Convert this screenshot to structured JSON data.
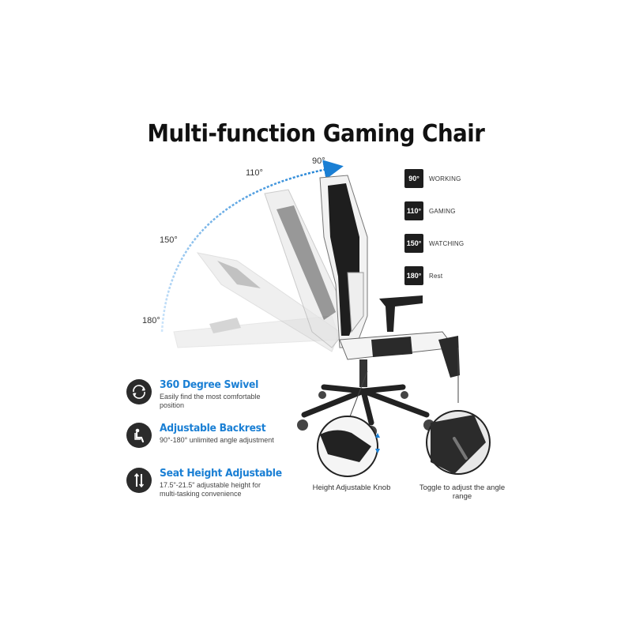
{
  "title": "Multi-function Gaming Chair",
  "angles": {
    "a90": "90°",
    "a110": "110°",
    "a150": "150°",
    "a180": "180°"
  },
  "legend": [
    {
      "badge": "90°",
      "label": "WORKING"
    },
    {
      "badge": "110°",
      "label": "GAMING"
    },
    {
      "badge": "150°",
      "label": "WATCHING"
    },
    {
      "badge": "180°",
      "label": "Rest"
    }
  ],
  "features": [
    {
      "title": "360 Degree Swivel",
      "desc": "Easily find the most comfortable position",
      "icon": "swivel-360-icon"
    },
    {
      "title": "Adjustable Backrest",
      "desc": "90°-180° unlimited angle adjustment",
      "icon": "recline-seat-icon"
    },
    {
      "title": "Seat Height Adjustable",
      "desc": "17.5\"-21.5\" adjustable height for multi-tasking convenience",
      "icon": "height-adjust-icon"
    }
  ],
  "captions": {
    "knob": "Height Adjustable Knob",
    "toggle": "Toggle to adjust the angle range"
  },
  "colors": {
    "accent": "#1a7fd4",
    "dark": "#1e1e1e"
  }
}
